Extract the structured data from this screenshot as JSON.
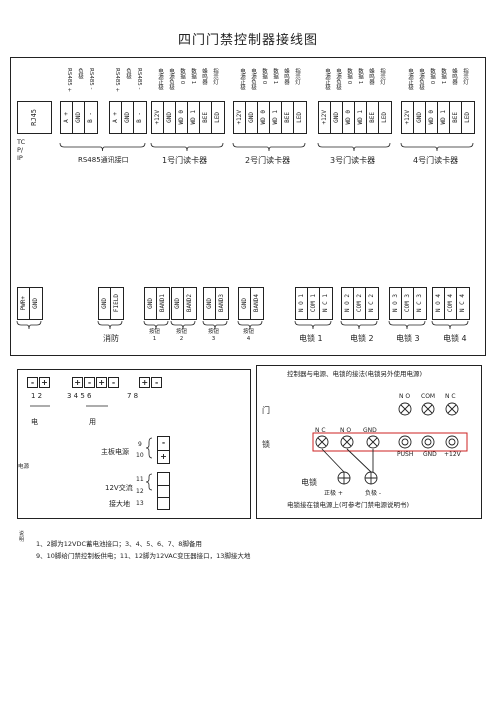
{
  "title": "四门门禁控制器接线图",
  "top_labels": {
    "rs485_a": [
      "RS485 +",
      "负极",
      "RS485 -"
    ],
    "rs485_b": [
      "RS485 +",
      "负极",
      "RS485 -"
    ],
    "reader": [
      "电源正极",
      "电源负极",
      "数据 0",
      "数据 1",
      "蜂鸣器",
      "指示灯"
    ]
  },
  "top_terminals": {
    "rj": "RJ45",
    "rs485_a": [
      "A +",
      "GND",
      "B -"
    ],
    "rs485_b": [
      "A +",
      "GND",
      "B -"
    ],
    "reader": [
      "+12V",
      "GND",
      "WD 0",
      "WD 1",
      "BEE",
      "LED"
    ]
  },
  "left_stack": [
    "TC",
    "P/",
    "IP"
  ],
  "comm_label": "RS485通讯接口",
  "readers": [
    "1号门读卡器",
    "2号门读卡器",
    "3号门读卡器",
    "4号门读卡器"
  ],
  "bottom_terminals": {
    "pwr": [
      "PWR+",
      "GND"
    ],
    "fire": [
      "GND",
      "FIELD"
    ],
    "buttons": [
      [
        "GND",
        "BAND1"
      ],
      [
        "GND",
        "BAND2"
      ],
      [
        "GND",
        "BAND3"
      ],
      [
        "GND",
        "BAND4"
      ]
    ],
    "locks": [
      [
        "N O 1",
        "COM 1",
        "N C 1"
      ],
      [
        "N O 2",
        "COM 2",
        "N C 2"
      ],
      [
        "N O 3",
        "COM 3",
        "N C 3"
      ],
      [
        "N O 4",
        "COM 4",
        "N C 4"
      ]
    ]
  },
  "fire_label": "消防",
  "button_labels": [
    "按钮\n1",
    "按钮\n2",
    "按钮\n3",
    "按钮\n4"
  ],
  "lock_labels": [
    "电锁 1",
    "电锁 2",
    "电锁 3",
    "电锁 4"
  ],
  "power_box": {
    "signs": [
      [
        "-",
        "+"
      ],
      [
        "+",
        "-",
        "+",
        "-"
      ],
      [
        "+",
        "-"
      ]
    ],
    "nums": [
      "1  2",
      "3  4  5  6",
      "7  8"
    ],
    "note_left": "电",
    "note_mid": "用",
    "side_label": "电源",
    "main_power": "主板电源",
    "main_nums": [
      "9",
      "10"
    ],
    "main_signs": [
      "-",
      "+"
    ],
    "ac_label": "12V交流",
    "ground_label": "接大地",
    "ac_nums": [
      "11",
      "12",
      "13"
    ]
  },
  "lock_box": {
    "caption": "控制器与电源、电锁的接法(电锁另外使用电源)",
    "door_label": "门",
    "lock_label": "锁",
    "top_terms": [
      "N O",
      "COM",
      "N C"
    ],
    "mid_left": [
      "N C",
      "N O",
      "GND"
    ],
    "mid_right": [
      "PUSH",
      "GND",
      "+12V"
    ],
    "electric_lock": "电锁",
    "pos": "正极 +",
    "neg": "负极 -",
    "footer": "电锁接在锁电源上(可参考门禁电源说明书)"
  },
  "notes": {
    "label": "说明",
    "line1": "1、2脚为12VDC蓄电池接口；3、4、5、6、7、8脚备用",
    "line2": "9、10脚给门禁控制板供电；11、12脚为12VAC变压器接口，13脚接大地"
  },
  "colors": {
    "line": "#222222",
    "highlight": "#cc2222",
    "text": "#222222"
  }
}
